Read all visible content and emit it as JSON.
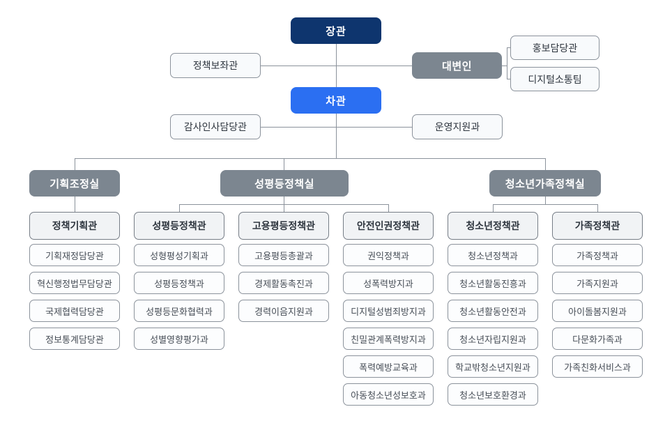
{
  "palette": {
    "navy": "#0e356e",
    "blue": "#2b6ff2",
    "slate": "#7c8690",
    "line": "#8b929b",
    "border": "#8b929b",
    "border_dark": "#767d86",
    "side_bg": "#f8fafc",
    "group_bg": "#f1f3f5",
    "child_bg": "#fcfdfe",
    "text_dark": "#2f363f",
    "text_mid": "#474e57"
  },
  "top": {
    "minister": "장관",
    "vice_minister": "차관",
    "policy_advisor": "정책보좌관",
    "spokesperson": "대변인",
    "spokesperson_children": [
      "홍보담당관",
      "디지털소통팀"
    ],
    "audit_hr": "감사인사담당관",
    "operations": "운영지원과"
  },
  "divisions": [
    {
      "label": "기획조정실"
    },
    {
      "label": "성평등정책실"
    },
    {
      "label": "청소년가족정책실"
    }
  ],
  "columns": [
    {
      "head": "정책기획관",
      "children": [
        "기획재정담당관",
        "혁신행정법무담당관",
        "국제협력담당관",
        "정보통계담당관"
      ]
    },
    {
      "head": "성평등정책관",
      "children": [
        "성형평성기획과",
        "성평등정책과",
        "성평등문화협력과",
        "성별영향평가과"
      ]
    },
    {
      "head": "고용평등정책관",
      "children": [
        "고용평등총괄과",
        "경제활동촉진과",
        "경력이음지원과"
      ]
    },
    {
      "head": "안전인권정책관",
      "children": [
        "권익정책과",
        "성폭력방지과",
        "디지털성범죄방지과",
        "친밀관계폭력방지과",
        "폭력예방교육과",
        "아동청소년성보호과"
      ]
    },
    {
      "head": "청소년정책관",
      "children": [
        "청소년정책과",
        "청소년활동진흥과",
        "청소년활동안전과",
        "청소년자립지원과",
        "학교밖청소년지원과",
        "청소년보호환경과"
      ]
    },
    {
      "head": "가족정책관",
      "children": [
        "가족정책과",
        "가족지원과",
        "아이돌봄지원과",
        "다문화가족과",
        "가족친화서비스과"
      ]
    }
  ]
}
